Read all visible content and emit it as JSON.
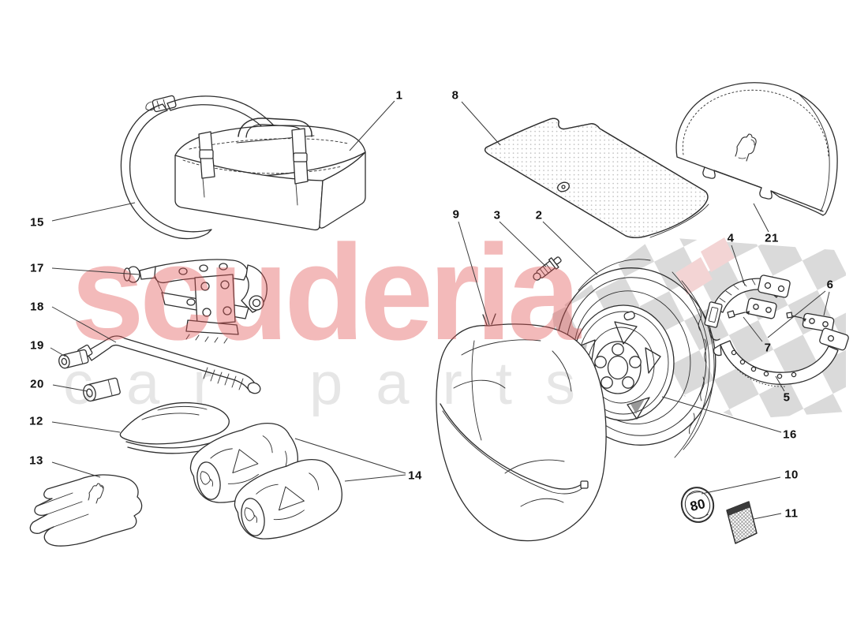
{
  "watermark": {
    "title": "scuderia",
    "subtitle_words": [
      "car",
      "parts"
    ],
    "title_color": "#e25252",
    "subtitle_color": "#1a1a1a",
    "flag_color": "#dadada",
    "flag_accent_color": "#f3d4d4"
  },
  "badge": {
    "label": "80"
  },
  "art": {
    "line_color": "#2e2e2e",
    "background": "#ffffff"
  },
  "callouts": {
    "n1": {
      "label": "1"
    },
    "n2": {
      "label": "2"
    },
    "n3": {
      "label": "3"
    },
    "n4": {
      "label": "4"
    },
    "n5": {
      "label": "5"
    },
    "n6": {
      "label": "6"
    },
    "n7": {
      "label": "7"
    },
    "n8": {
      "label": "8"
    },
    "n9": {
      "label": "9"
    },
    "n10": {
      "label": "10"
    },
    "n11": {
      "label": "11"
    },
    "n12": {
      "label": "12"
    },
    "n13": {
      "label": "13"
    },
    "n14": {
      "label": "14"
    },
    "n15": {
      "label": "15"
    },
    "n16": {
      "label": "16"
    },
    "n17": {
      "label": "17"
    },
    "n18": {
      "label": "18"
    },
    "n19": {
      "label": "19"
    },
    "n20": {
      "label": "20"
    },
    "n21": {
      "label": "21"
    }
  }
}
